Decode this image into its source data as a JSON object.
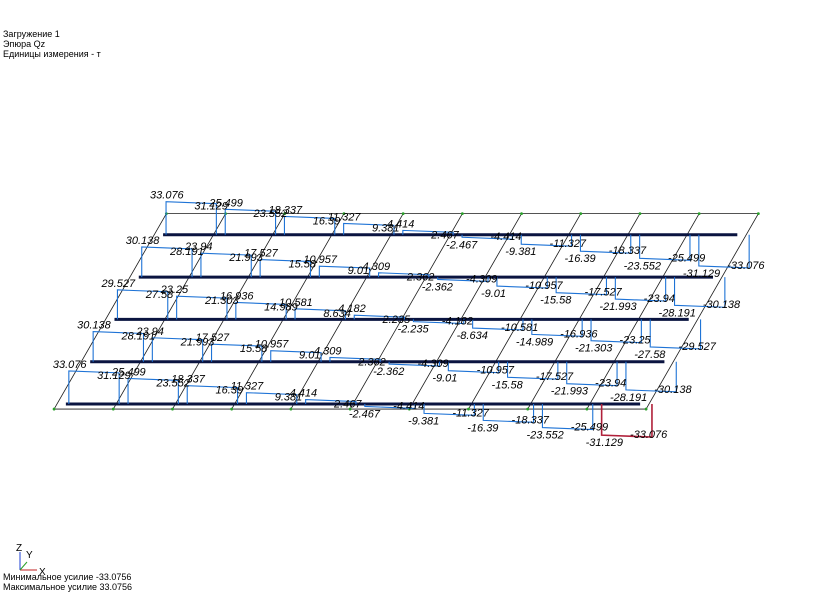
{
  "header": {
    "load_case": "Загружение  1",
    "diagram": "Эпюра Qz",
    "units": "Единицы измерения - т"
  },
  "footer": {
    "min_force": "Минимальное усилие  -33.0756",
    "max_force": "Максимальное усилие  33.0756"
  },
  "axes": {
    "z": "Z",
    "y": "Y",
    "x": "X"
  },
  "colors": {
    "beam": "#0a1440",
    "grid": "#1a1a1a",
    "diagram": "#1e73d6",
    "highlight": "#b0203a",
    "node": "#2aa02a"
  },
  "beams": [
    {
      "values": [
        {
          "t": "33.076",
          "s": 1
        },
        {
          "t": "31.129",
          "s": 1
        },
        {
          "t": "25.499",
          "s": 1
        },
        {
          "t": "23.552",
          "s": 1
        },
        {
          "t": "18.337",
          "s": 1
        },
        {
          "t": "16.39",
          "s": 1
        },
        {
          "t": "11.327",
          "s": 1
        },
        {
          "t": "9.381",
          "s": 1
        },
        {
          "t": "4.414",
          "s": 1
        },
        {
          "t": "2.467",
          "s": 1
        },
        {
          "t": "-2.467",
          "s": -1
        },
        {
          "t": "-4.414",
          "s": -1
        },
        {
          "t": "-9.381",
          "s": -1
        },
        {
          "t": "-11.327",
          "s": -1
        },
        {
          "t": "-16.39",
          "s": -1
        },
        {
          "t": "-18.337",
          "s": -1
        },
        {
          "t": "-23.552",
          "s": -1
        },
        {
          "t": "-25.499",
          "s": -1
        },
        {
          "t": "-31.129",
          "s": -1
        },
        {
          "t": "-33.076",
          "s": -1
        }
      ]
    },
    {
      "values": [
        {
          "t": "30.138",
          "s": 1
        },
        {
          "t": "28.191",
          "s": 1
        },
        {
          "t": "23.94",
          "s": 1
        },
        {
          "t": "21.993",
          "s": 1
        },
        {
          "t": "17.527",
          "s": 1
        },
        {
          "t": "15.58",
          "s": 1
        },
        {
          "t": "10.957",
          "s": 1
        },
        {
          "t": "9.01",
          "s": 1
        },
        {
          "t": "4.309",
          "s": 1
        },
        {
          "t": "2.362",
          "s": 1
        },
        {
          "t": "-2.362",
          "s": -1
        },
        {
          "t": "-4.309",
          "s": -1
        },
        {
          "t": "-9.01",
          "s": -1
        },
        {
          "t": "-10.957",
          "s": -1
        },
        {
          "t": "-15.58",
          "s": -1
        },
        {
          "t": "-17.527",
          "s": -1
        },
        {
          "t": "-21.993",
          "s": -1
        },
        {
          "t": "-23.94",
          "s": -1
        },
        {
          "t": "-28.191",
          "s": -1
        },
        {
          "t": "-30.138",
          "s": -1
        }
      ]
    },
    {
      "values": [
        {
          "t": "29.527",
          "s": 1
        },
        {
          "t": "27.58",
          "s": 1
        },
        {
          "t": "23.25",
          "s": 1
        },
        {
          "t": "21.303",
          "s": 1
        },
        {
          "t": "16.936",
          "s": 1
        },
        {
          "t": "14.989",
          "s": 1
        },
        {
          "t": "10.581",
          "s": 1
        },
        {
          "t": "8.634",
          "s": 1
        },
        {
          "t": "4.182",
          "s": 1
        },
        {
          "t": "2.235",
          "s": 1
        },
        {
          "t": "-2.235",
          "s": -1
        },
        {
          "t": "-4.182",
          "s": -1
        },
        {
          "t": "-8.634",
          "s": -1
        },
        {
          "t": "-10.581",
          "s": -1
        },
        {
          "t": "-14.989",
          "s": -1
        },
        {
          "t": "-16.936",
          "s": -1
        },
        {
          "t": "-21.303",
          "s": -1
        },
        {
          "t": "-23.25",
          "s": -1
        },
        {
          "t": "-27.58",
          "s": -1
        },
        {
          "t": "-29.527",
          "s": -1
        }
      ]
    },
    {
      "values": [
        {
          "t": "30.138",
          "s": 1
        },
        {
          "t": "28.191",
          "s": 1
        },
        {
          "t": "23.94",
          "s": 1
        },
        {
          "t": "21.993",
          "s": 1
        },
        {
          "t": "17.527",
          "s": 1
        },
        {
          "t": "15.58",
          "s": 1
        },
        {
          "t": "10.957",
          "s": 1
        },
        {
          "t": "9.01",
          "s": 1
        },
        {
          "t": "4.309",
          "s": 1
        },
        {
          "t": "2.362",
          "s": 1
        },
        {
          "t": "-2.362",
          "s": -1
        },
        {
          "t": "-4.309",
          "s": -1
        },
        {
          "t": "-9.01",
          "s": -1
        },
        {
          "t": "-10.957",
          "s": -1
        },
        {
          "t": "-15.58",
          "s": -1
        },
        {
          "t": "-17.527",
          "s": -1
        },
        {
          "t": "-21.993",
          "s": -1
        },
        {
          "t": "-23.94",
          "s": -1
        },
        {
          "t": "-28.191",
          "s": -1
        },
        {
          "t": "-30.138",
          "s": -1
        }
      ]
    },
    {
      "values": [
        {
          "t": "33.076",
          "s": 1
        },
        {
          "t": "31.129",
          "s": 1
        },
        {
          "t": "25.499",
          "s": 1
        },
        {
          "t": "23.552",
          "s": 1
        },
        {
          "t": "18.337",
          "s": 1
        },
        {
          "t": "16.39",
          "s": 1
        },
        {
          "t": "11.327",
          "s": 1
        },
        {
          "t": "9.381",
          "s": 1
        },
        {
          "t": "4.414",
          "s": 1
        },
        {
          "t": "2.467",
          "s": 1
        },
        {
          "t": "-2.467",
          "s": -1
        },
        {
          "t": "-4.414",
          "s": -1
        },
        {
          "t": "-9.381",
          "s": -1
        },
        {
          "t": "-11.327",
          "s": -1
        },
        {
          "t": "-16.39",
          "s": -1
        },
        {
          "t": "-18.337",
          "s": -1
        },
        {
          "t": "-23.552",
          "s": -1
        },
        {
          "t": "-25.499",
          "s": -1
        },
        {
          "t": "-31.129",
          "s": -1
        },
        {
          "t": "-33.076",
          "s": -1
        }
      ]
    }
  ]
}
